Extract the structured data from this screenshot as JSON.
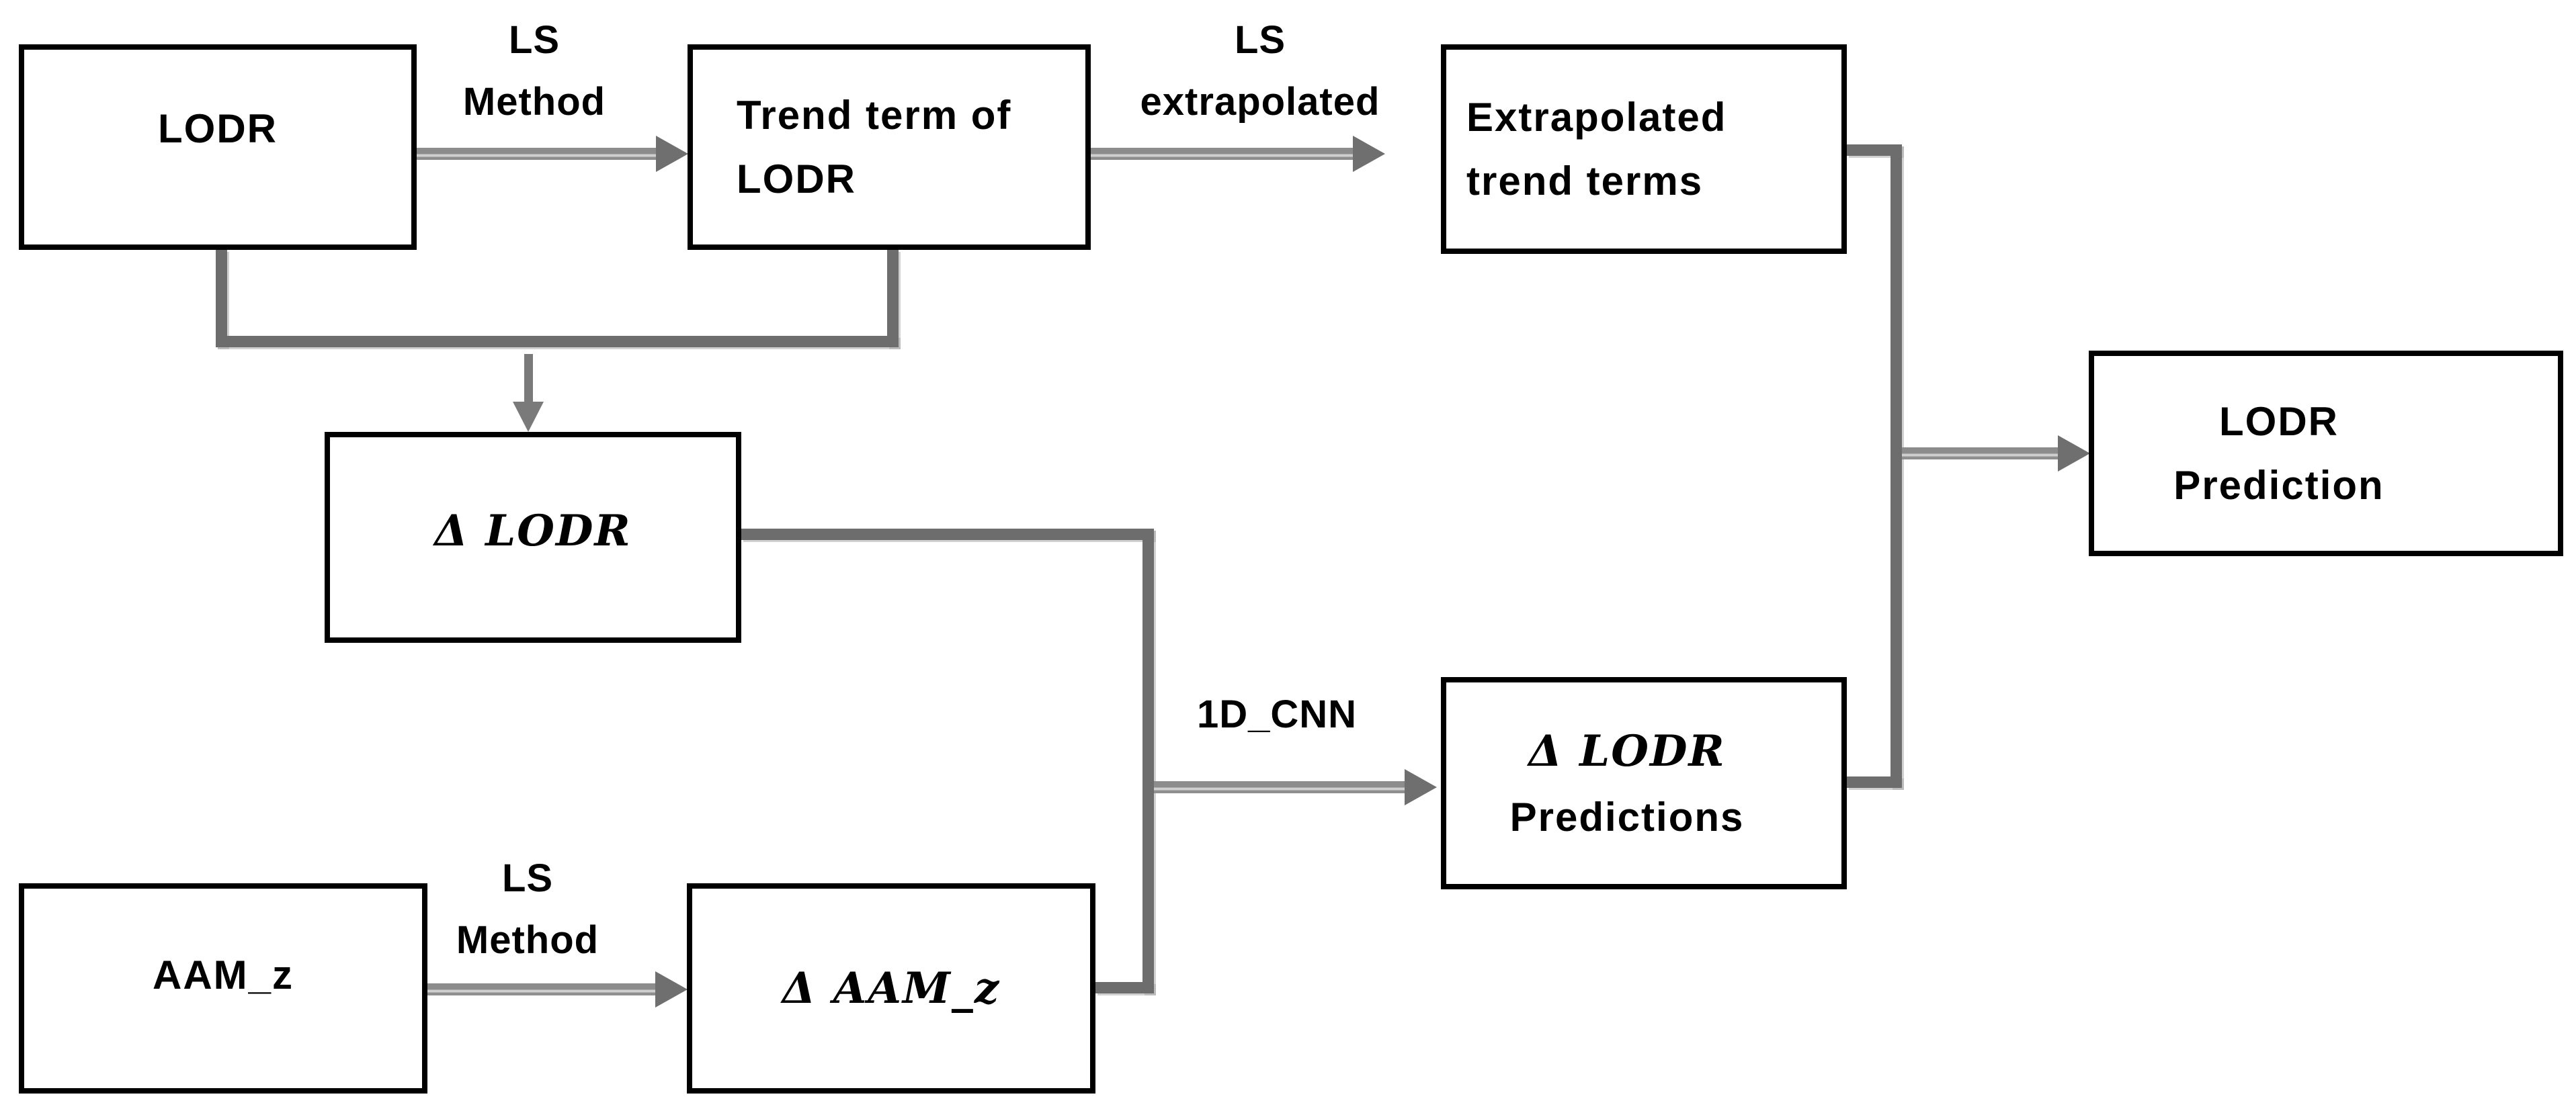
{
  "diagram": {
    "type": "flowchart",
    "colors": {
      "background": "#ffffff",
      "box_border": "#000000",
      "box_fill": "#ffffff",
      "text": "#000000",
      "connector_gray": "#6d6d6d",
      "arrow_shaft_gray": "#8c8c8c",
      "arrow_head_gray": "#6f6f6f"
    },
    "nodes": {
      "lodr": {
        "label": "LODR"
      },
      "trend_term": {
        "label": "Trend term of\nLODR"
      },
      "extrapolated": {
        "label": "Extrapolated\ntrend terms"
      },
      "lodr_prediction": {
        "label": "LODR\nPrediction"
      },
      "delta_lodr": {
        "label": "Δ LODR"
      },
      "delta_lodr_predictions": {
        "line1": "Δ LODR",
        "line2": "Predictions"
      },
      "aam_z": {
        "label": "AAM_z"
      },
      "delta_aam_z": {
        "label": "Δ AAM_z"
      }
    },
    "edge_labels": {
      "ls_method_top": "LS\nMethod",
      "ls_extrapolated": "LS\nextrapolated",
      "one_d_cnn": "1D_CNN",
      "ls_method_bottom": "LS\nMethod"
    }
  }
}
